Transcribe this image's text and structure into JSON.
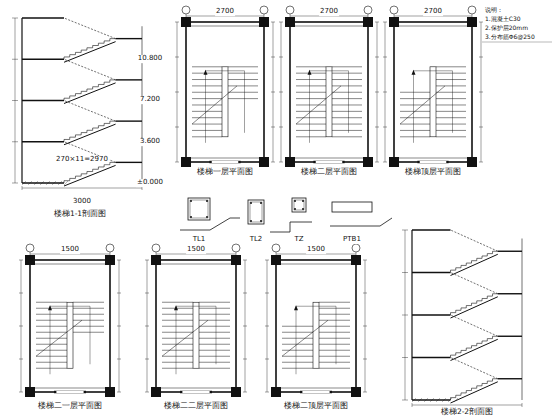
{
  "diagram": {
    "labels": [
      "楼梯1-1剖面图",
      "楼梯一层平面图",
      "楼梯二层平面图",
      "楼梯顶层平面图",
      "楼梯二一层平面图",
      "楼梯二二层平面图",
      "楼梯二顶层平面图",
      "楼梯2-2剖面图",
      "TL1",
      "TL2",
      "TZ",
      "PTB1",
      "2700",
      "2700",
      "2700",
      "±0.000",
      "3.600",
      "7.200",
      "10.800",
      "270×11=2970",
      "说明：",
      "1.混凝土C30",
      "2.保护层20mm",
      "3.分布筋Φ6@250",
      "3000",
      "1500",
      "1500",
      "1500"
    ]
  }
}
